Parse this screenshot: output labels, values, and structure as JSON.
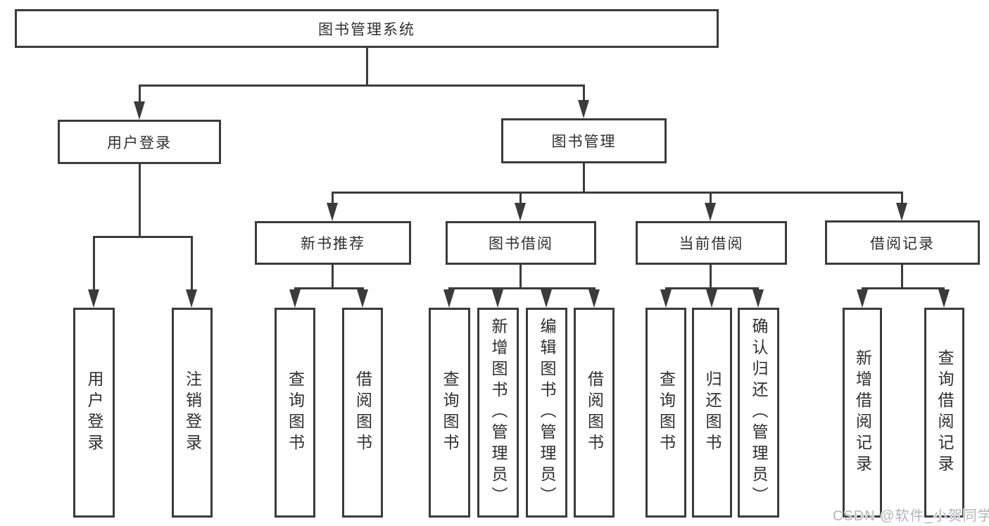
{
  "tree": {
    "label": "图书管理系统",
    "children": [
      {
        "label": "用户登录",
        "children": [
          {
            "label": "用户登录"
          },
          {
            "label": "注销登录"
          }
        ]
      },
      {
        "label": "图书管理",
        "children": [
          {
            "label": "新书推荐",
            "children": [
              {
                "label": "查询图书"
              },
              {
                "label": "借阅图书"
              }
            ]
          },
          {
            "label": "图书借阅",
            "children": [
              {
                "label": "查询图书"
              },
              {
                "label": "新增图书（管理员）"
              },
              {
                "label": "编辑图书（管理员）"
              },
              {
                "label": "借阅图书"
              }
            ]
          },
          {
            "label": "当前借阅",
            "children": [
              {
                "label": "查询图书"
              },
              {
                "label": "归还图书"
              },
              {
                "label": "确认归还（管理员）"
              }
            ]
          },
          {
            "label": "借阅记录",
            "children": [
              {
                "label": "新增借阅记录"
              },
              {
                "label": "查询借阅记录"
              }
            ]
          }
        ]
      }
    ]
  },
  "watermark": {
    "text": "CSDN @软件_小贺同学"
  },
  "colors": {
    "line": "#3b3b3b",
    "box_border": "#3b3b3b",
    "box_background": "#ffffff",
    "text": "#2f2f2f",
    "watermark": "#b2b5b9"
  }
}
